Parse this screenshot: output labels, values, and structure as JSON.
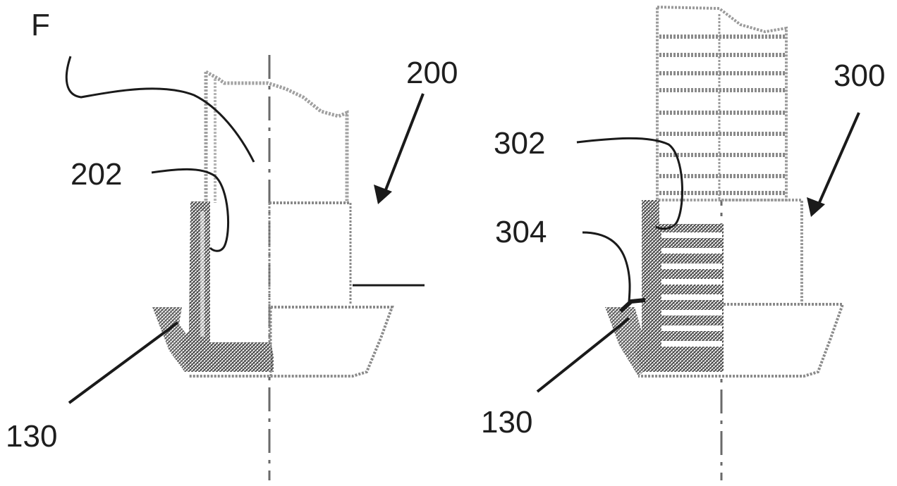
{
  "figure": {
    "labels": {
      "f": "F",
      "l200": "200",
      "l202": "202",
      "l130_left": "130",
      "l300": "300",
      "l302": "302",
      "l304": "304",
      "l130_right": "130"
    },
    "colors": {
      "ink": "#1a1a1a",
      "hatch_dense": "#4a4a4a",
      "hatch_light": "#a8a8a8",
      "background": "#ffffff"
    }
  }
}
